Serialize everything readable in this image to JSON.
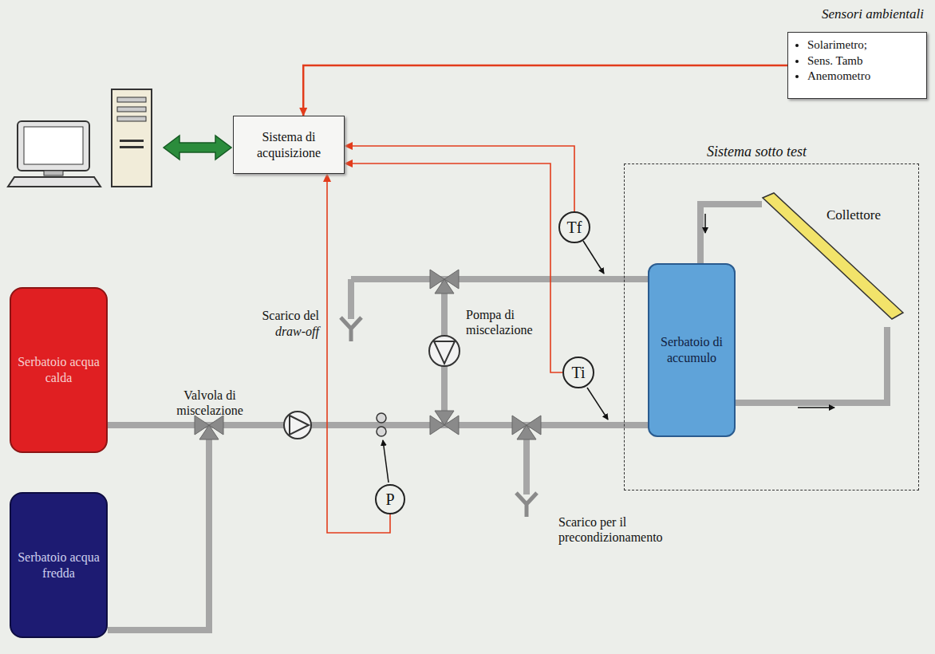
{
  "diagram": {
    "nodes": [
      {
        "text": [
          "Sensori ambientali",
          "Solarimetro;",
          "Sens. Tamb",
          "Anemometro"
        ]
      },
      {
        "text": [
          "Sistema di acquisizione"
        ]
      },
      {
        "text": [
          "Sistema sotto test"
        ]
      },
      {
        "text": [
          "Serbatoio di accumulo"
        ],
        "in": 2
      },
      {
        "text": [
          "Collettore"
        ],
        "in": 2
      },
      {
        "text": [
          "Serbatoio acqua calda"
        ]
      },
      {
        "text": [
          "Serbatoio acqua fredda"
        ]
      },
      {
        "text": [
          "Tf"
        ]
      },
      {
        "text": [
          "Ti"
        ]
      },
      {
        "text": [
          "P"
        ]
      }
    ],
    "edges": [
      {
        "from": 0,
        "to": 1,
        "arrow": "to"
      },
      {
        "from": 7,
        "to": 1,
        "arrow": "to"
      },
      {
        "from": 8,
        "to": 1,
        "arrow": "to"
      },
      {
        "from": 9,
        "to": 1,
        "arrow": "to"
      }
    ],
    "labels": [
      "Valvola di miscelazione",
      "Scarico del",
      "draw-off",
      "Pompa di miscelazione",
      "Scarico per il precondizionamento"
    ]
  }
}
